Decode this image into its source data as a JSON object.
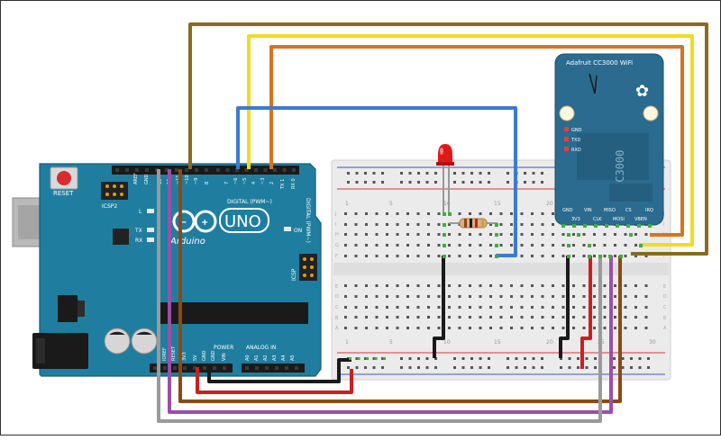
{
  "arduino": {
    "brand": "Arduino",
    "model": "UNO",
    "reset_label": "RESET",
    "icsp2_label": "ICSP2",
    "icsp_label": "ICSP",
    "digital_label": "DIGITAL (PWM~)",
    "power_label": "POWER",
    "analog_label": "ANALOG IN",
    "led_labels": [
      "L",
      "TX",
      "RX"
    ],
    "on_label": "ON",
    "top_header_labels": [
      "AREF",
      "GND",
      "13",
      "12",
      "~11",
      "~10",
      "~9",
      "8",
      "7",
      "~6",
      "~5",
      "4",
      "~3",
      "2",
      "TX 1",
      "RX 0"
    ],
    "power_pin_labels": [
      "IOREF",
      "RESET",
      "3V3",
      "5V",
      "GND",
      "GND",
      "VIN"
    ],
    "analog_pin_labels": [
      "A0",
      "A1",
      "A2",
      "A3",
      "A4",
      "A5"
    ],
    "board_color": "#1f7ea0"
  },
  "breadboard": {
    "column_numbers": [
      "1",
      "5",
      "10",
      "15",
      "20",
      "25",
      "30"
    ],
    "row_letters_top": [
      "J",
      "I",
      "H",
      "G",
      "F"
    ],
    "row_letters_bottom": [
      "E",
      "D",
      "C",
      "B",
      "A"
    ],
    "color": "#ebebeb"
  },
  "cc3000": {
    "title": "Adafruit CC3000 WiFi",
    "chip_label": "CC3000",
    "status_leds": [
      "GND",
      "TXD",
      "RXD"
    ],
    "pin_labels_top": [
      "GND",
      "VIN",
      "MISO",
      "CS",
      "IRQ"
    ],
    "pin_labels_bottom": [
      "3V3",
      "CLK",
      "MOSI",
      "VBEN"
    ],
    "board_color": "#2a6b8f"
  },
  "wire_colors": {
    "brown": "#8b4a14",
    "olive": "#8a6a1e",
    "yellow": "#eedd22",
    "orange": "#d6741e",
    "blue": "#3b7bd0",
    "black": "#1a1a1a",
    "red": "#cc1f1f",
    "purple": "#9b4fa6",
    "gray": "#9a9a9a"
  }
}
